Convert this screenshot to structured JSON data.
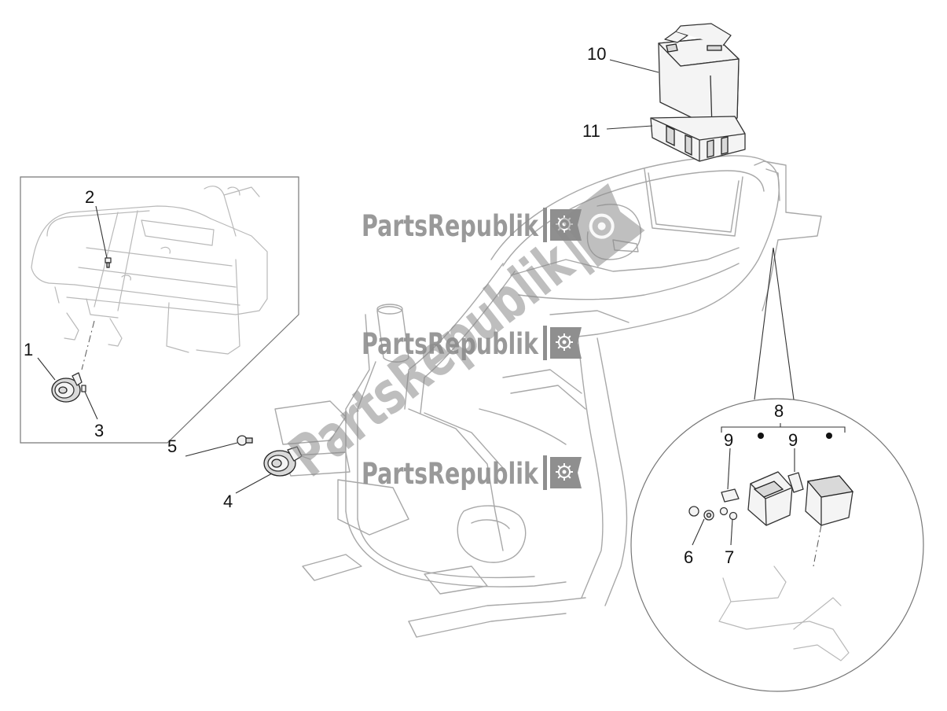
{
  "watermark": {
    "text": "PartsRepublik",
    "color": "#8f8f8f",
    "icon": "gear-icon"
  },
  "callouts": {
    "c1": "1",
    "c2": "2",
    "c3": "3",
    "c4": "4",
    "c5": "5",
    "c6": "6",
    "c7": "7",
    "c8": "8",
    "c9a": "9",
    "c9b": "9",
    "c10": "10",
    "c11": "11"
  }
}
